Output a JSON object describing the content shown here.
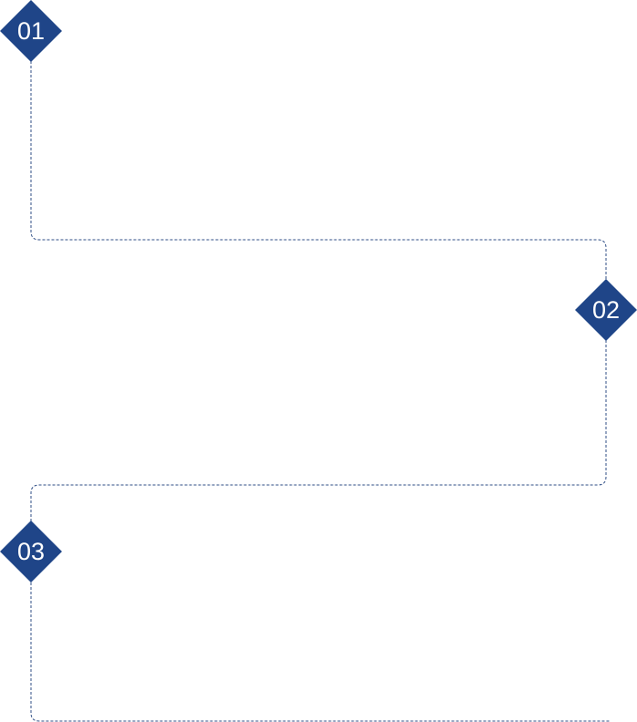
{
  "theme": {
    "accent": "#1f4588",
    "line": "#2f4e86",
    "marker_text": "#ffffff",
    "background": "#ffffff"
  },
  "steps": [
    {
      "label": "01"
    },
    {
      "label": "02"
    },
    {
      "label": "03"
    }
  ]
}
